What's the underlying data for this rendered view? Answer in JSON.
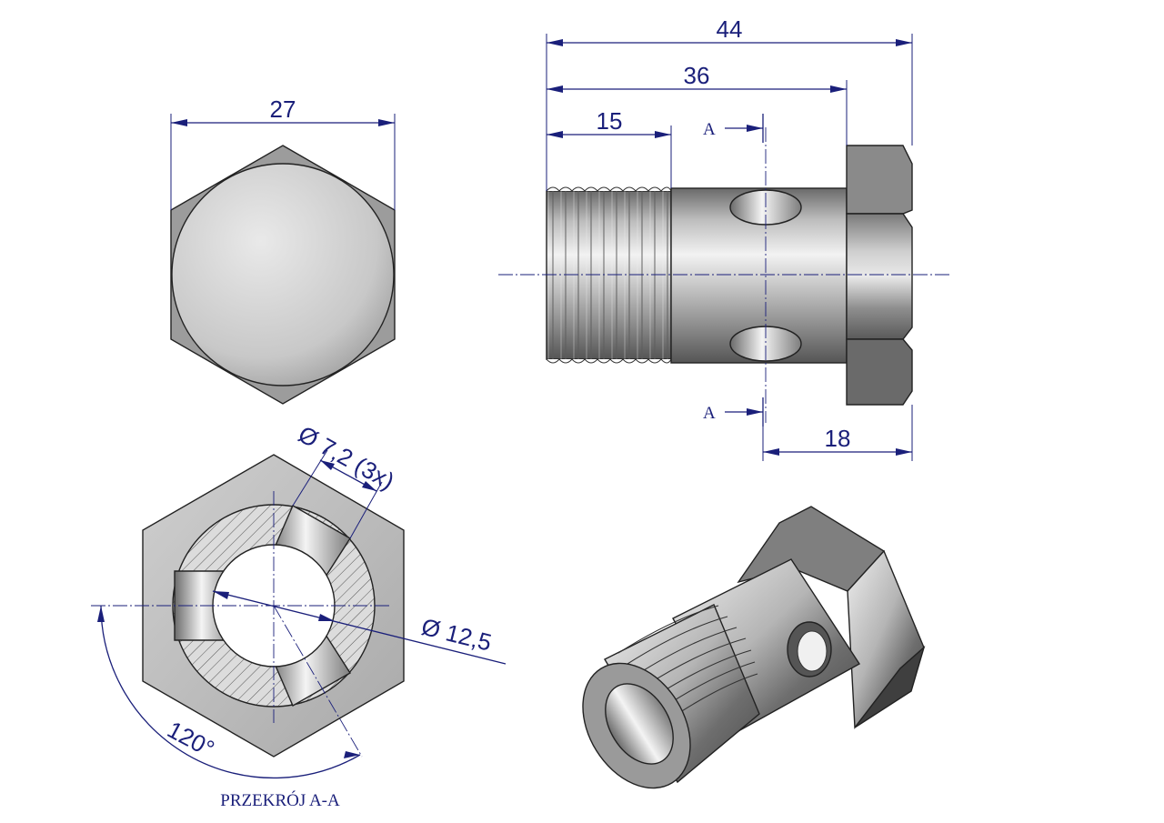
{
  "dimensions": {
    "hex_across_flats": "27",
    "total_length": "44",
    "length_to_head": "36",
    "thread_length": "15",
    "head_offset": "18",
    "hole_diameter": "Ø 7,2 (3x)",
    "bore_diameter": "Ø 12,5",
    "hole_angle": "120°"
  },
  "section": {
    "marker_top": "A",
    "marker_bottom": "A",
    "caption": "PRZEKRÓJ A-A"
  },
  "colors": {
    "dimension": "#1a1f7a",
    "outline": "#222222",
    "metal_light": "#e6e6e6",
    "metal_dark": "#5a5a5a"
  }
}
